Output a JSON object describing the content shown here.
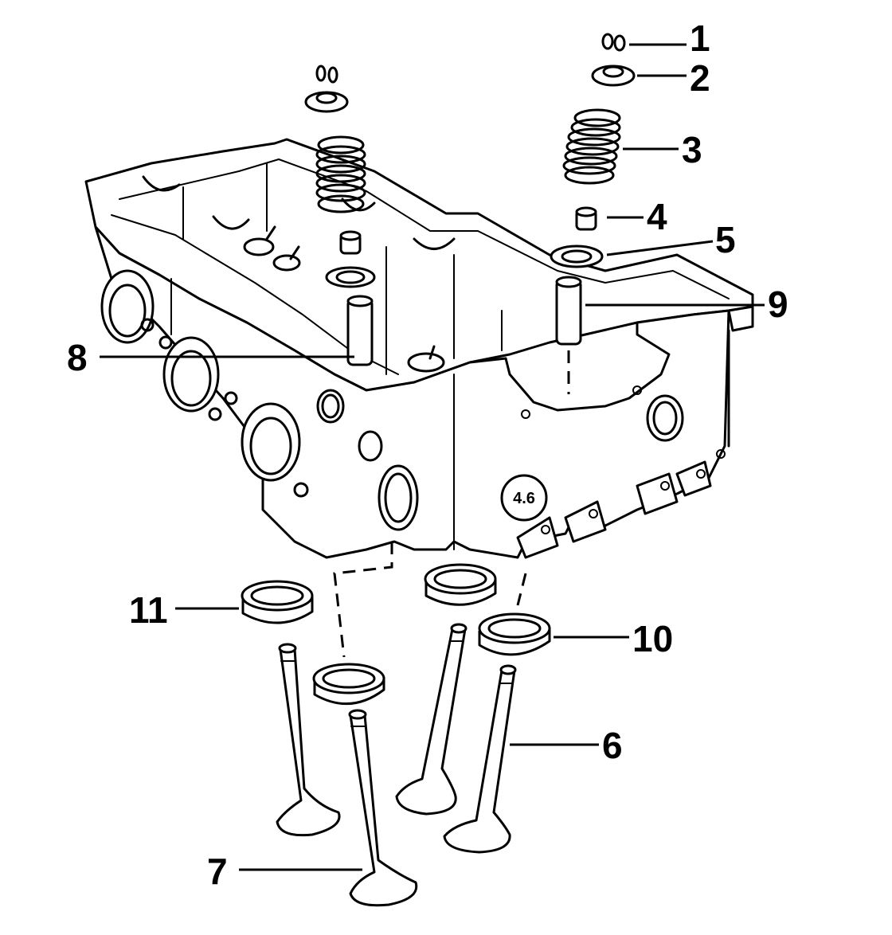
{
  "callouts": [
    {
      "id": "1",
      "label": "1"
    },
    {
      "id": "2",
      "label": "2"
    },
    {
      "id": "3",
      "label": "3"
    },
    {
      "id": "4",
      "label": "4"
    },
    {
      "id": "5",
      "label": "5"
    },
    {
      "id": "6",
      "label": "6"
    },
    {
      "id": "7",
      "label": "7"
    },
    {
      "id": "8",
      "label": "8"
    },
    {
      "id": "9",
      "label": "9"
    },
    {
      "id": "10",
      "label": "10"
    },
    {
      "id": "11",
      "label": "11"
    }
  ],
  "casting_mark": "4.6"
}
